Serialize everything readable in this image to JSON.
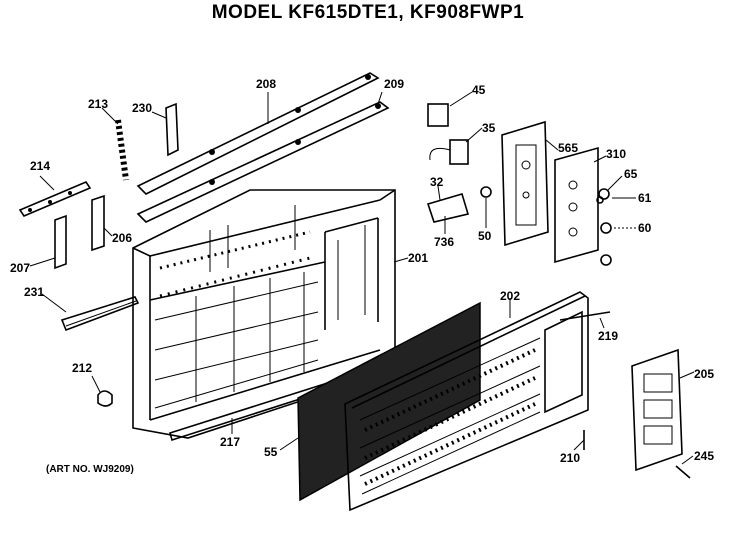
{
  "title": "MODEL KF615DTE1, KF908FWP1",
  "art_no": "(ART NO. WJ9209)",
  "parts": {
    "p208": "208",
    "p209": "209",
    "p213": "213",
    "p230": "230",
    "p214": "214",
    "p206": "206",
    "p207": "207",
    "p231": "231",
    "p212": "212",
    "p217": "217",
    "p201": "201",
    "p202": "202",
    "p219": "219",
    "p55": "55",
    "p210": "210",
    "p205": "205",
    "p245": "245",
    "p45": "45",
    "p35": "35",
    "p32": "32",
    "p736": "736",
    "p50": "50",
    "p565": "565",
    "p310": "310",
    "p65": "65",
    "p61": "61",
    "p60": "60"
  }
}
